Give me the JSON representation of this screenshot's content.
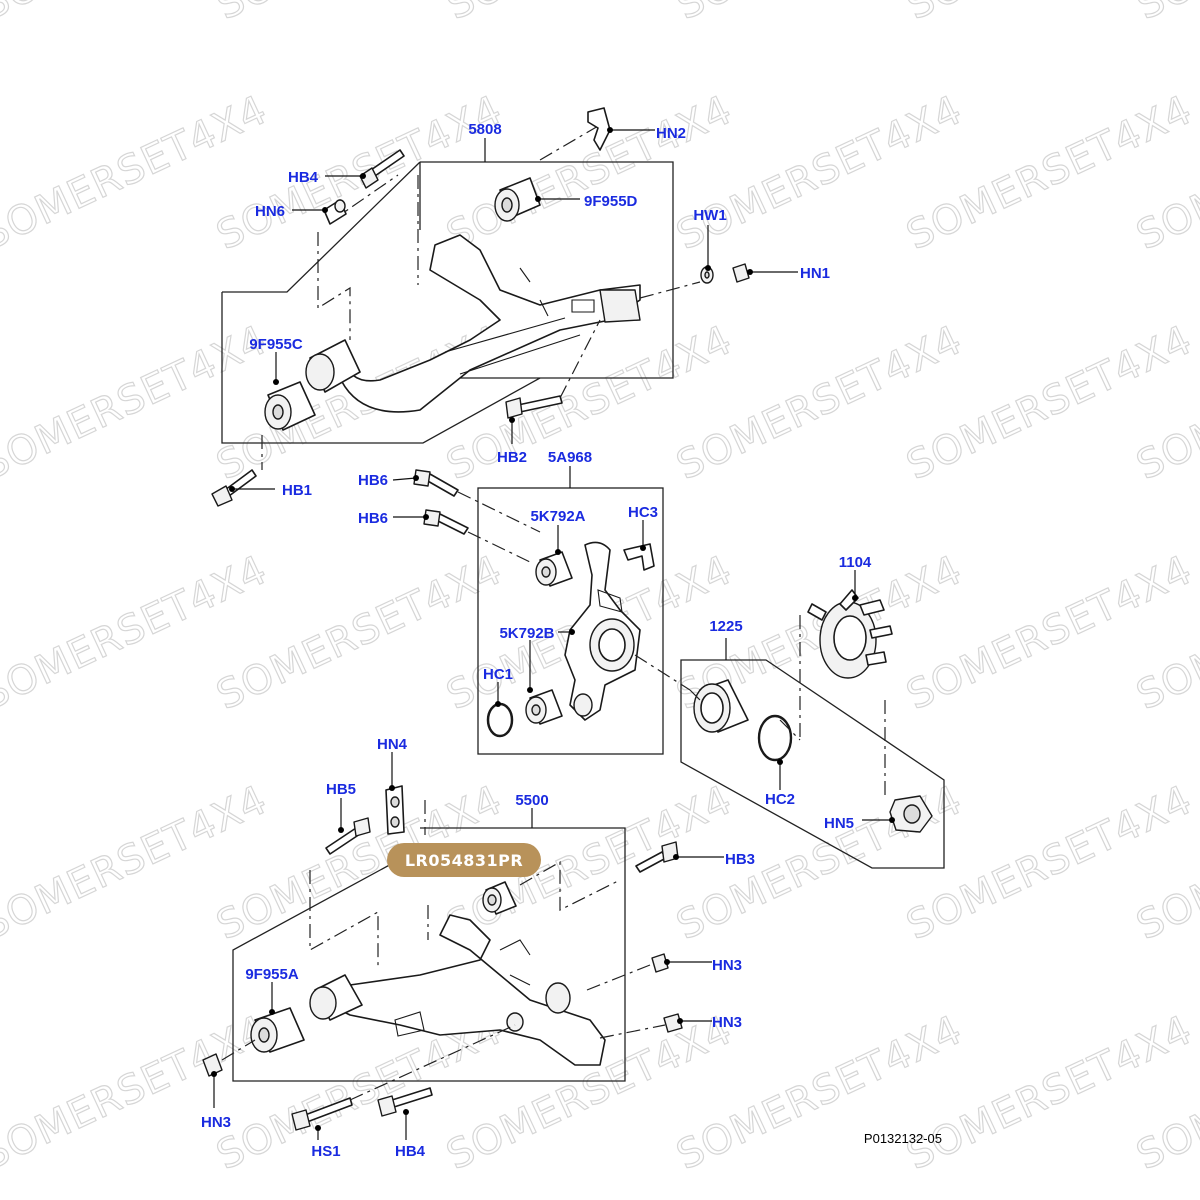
{
  "watermark": "SOMERSET4X4",
  "part_number_badge": "LR054831PR",
  "reference_code": "P0132132-05",
  "labels": {
    "l_5808": "5808",
    "l_hn2": "HN2",
    "l_hb4_top": "HB4",
    "l_9f955d": "9F955D",
    "l_hn6": "HN6",
    "l_hw1": "HW1",
    "l_hn1": "HN1",
    "l_9f955c": "9F955C",
    "l_hb2": "HB2",
    "l_hb1": "HB1",
    "l_5a968": "5A968",
    "l_hb6_a": "HB6",
    "l_hb6_b": "HB6",
    "l_5k792a": "5K792A",
    "l_hc3": "HC3",
    "l_1104": "1104",
    "l_1225": "1225",
    "l_5k792b": "5K792B",
    "l_hc1": "HC1",
    "l_hn4": "HN4",
    "l_hc2": "HC2",
    "l_hb5": "HB5",
    "l_5500": "5500",
    "l_hn5": "HN5",
    "l_hb3": "HB3",
    "l_hn3_a": "HN3",
    "l_9f955a": "9F955A",
    "l_hn3_b": "HN3",
    "l_hn3_c": "HN3",
    "l_hs1": "HS1",
    "l_hb4_bot": "HB4"
  }
}
